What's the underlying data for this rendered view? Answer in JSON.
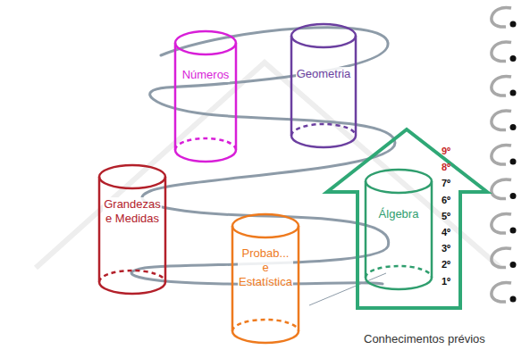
{
  "diagram": {
    "nodes": [
      {
        "text": [
          "Números"
        ]
      },
      {
        "text": [
          "Geometria"
        ]
      },
      {
        "text": [
          "9º",
          "8º",
          "7º",
          "6º",
          "5º",
          "4º",
          "3º",
          "2º",
          "1º"
        ]
      },
      {
        "text": [
          "Álgebra"
        ],
        "in": 2
      },
      {
        "text": [
          "Grandezas e Medidas"
        ]
      },
      {
        "text": [
          "Probab... e Estatística"
        ]
      }
    ],
    "labels": [
      "Conhecimentos prévios"
    ]
  }
}
